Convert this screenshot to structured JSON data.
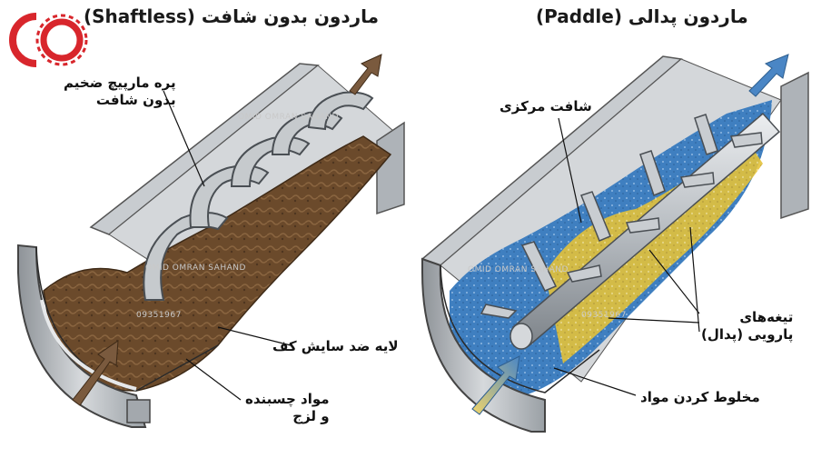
{
  "left_panel": {
    "title": "ماردون بدون شافت (Shaftless)",
    "labels": {
      "spiral": "پره مارپیچ ضخیم\nبدون شافت",
      "liner": "لایه ضد سایش کف",
      "material": "مواد چسبنده\nو لزج"
    }
  },
  "right_panel": {
    "title": "ماردون پدالی (Paddle)",
    "labels": {
      "shaft": "شافت مرکزی",
      "paddles": "تیغه‌های\nپارویی (پدال)",
      "mixing": "مخلوط کردن مواد"
    }
  },
  "watermark": {
    "brand": "OMID OMRAN SAHAND",
    "phone": "09351967"
  },
  "colors": {
    "logo_red": "#d8262c",
    "sludge": "#6b4a2b",
    "steel": "#b9bdc2",
    "blue_powder": "#3f7fc0",
    "yellow_powder": "#e3c23a",
    "flow_arrow_blue": "#4a86c5",
    "flow_arrow_brown": "#7a5a3e"
  }
}
